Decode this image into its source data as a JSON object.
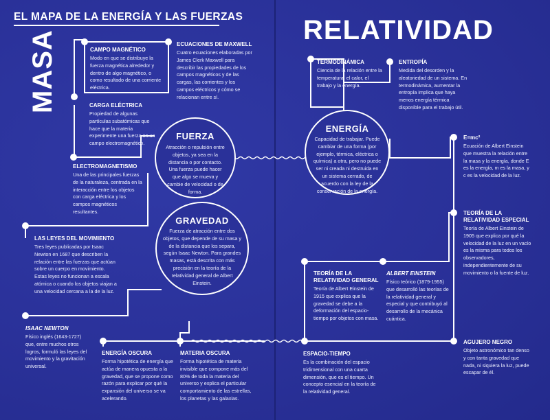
{
  "header": {
    "title": "EL MAPA DE LA ENERGÍA Y LAS FUERZAS"
  },
  "big": {
    "left": "MASA",
    "right": "RELATIVIDAD"
  },
  "circles": {
    "fuerza": {
      "title": "FUERZA",
      "desc": "Atracción o repulsión entre objetos, ya sea en la distancia o por contacto. Una fuerza puede hacer que algo se mueva y cambie de velocidad o de forma."
    },
    "gravedad": {
      "title": "GRAVEDAD",
      "desc": "Fuerza de atracción entre dos objetos, que depende de su masa y de la distancia que los separa, según Isaac Newton. Para grandes masas, está descrita con más precisión en la teoría de la relatividad general de Albert Einstein."
    },
    "energia": {
      "title": "ENERGÍA",
      "desc": "Capacidad de trabajar. Puede cambiar de una forma (por ejemplo, térmica, eléctrica o química) a otra, pero no puede ser ni creada ni destruida en un sistema cerrado, de acuerdo con la ley de la conservación de la energía."
    }
  },
  "nodes": {
    "campo": {
      "title": "CAMPO MAGNÉTICO",
      "desc": "Modo en que se distribuye la fuerza magnética alrededor y dentro de algo magnético, o como resultado de una corriente eléctrica."
    },
    "maxwell": {
      "title": "ECUACIONES DE MAXWELL",
      "desc": "Cuatro ecuaciones elaboradas por James Clerk Maxwell para describir las propiedades de los campos magnéticos y de las cargas, las corrientes y los campos eléctricos y cómo se relacionan entre sí."
    },
    "carga": {
      "title": "CARGA ELÉCTRICA",
      "desc": "Propiedad de algunas partículas subatómicas que hace que la materia experimente una fuerza en un campo electromagnético."
    },
    "electro": {
      "title": "ELECTROMAGNETISMO",
      "desc": "Una de las principales fuerzas de la naturaleza, centrada en la interacción entre los objetos con carga eléctrica y los campos magnéticos resultantes."
    },
    "leyes": {
      "title": "LAS LEYES DEL MOVIMIENTO",
      "desc": "Tres leyes publicadas por Isaac Newton en 1687 que describen la relación entre las fuerzas que actúan sobre un cuerpo en movimiento. Estas leyes no funcionan a escala atómica o cuando los objetos viajan a una velocidad cercana a la de la luz."
    },
    "newton": {
      "title": "ISAAC NEWTON",
      "desc": "Físico inglés (1643-1727) que, entre muchos otros logros, formuló las leyes del movimiento y la gravitación universal."
    },
    "energia_oscura": {
      "title": "ENERGÍA OSCURA",
      "desc": "Forma hipotética de energía que actúa de manera opuesta a la gravedad, que se propone como razón para explicar por qué la expansión del universo se va acelerando."
    },
    "materia_oscura": {
      "title": "MATERIA OSCURA",
      "desc": "Forma hipotética de materia invisible que compone más del 80% de toda la materia del universo y explica el particular comportamiento de las estrellas, los planetas y las galaxias."
    },
    "termo": {
      "title": "TERMODINÁMICA",
      "desc": "Ciencia de la relación entre la temperatura, el calor, el trabajo y la energía."
    },
    "entropia": {
      "title": "ENTROPÍA",
      "desc": "Medida del desorden y la aleatoriedad de un sistema. En termodinámica, aumentar la entropía implica que haya menos energía térmica disponible para el trabajo útil."
    },
    "emc2": {
      "title": "E=mc²",
      "desc": "Ecuación de Albert Einstein que muestra la relación entre la masa y la energía, donde E es la energía, m es la masa, y c es la velocidad de la luz."
    },
    "especial": {
      "title": "TEORÍA DE LA RELATIVIDAD ESPECIAL",
      "desc": "Teoría de Albert Einstein de 1905 que explica por qué la velocidad de la luz en un vacío es la misma para todos los observadores, independientemente de su movimiento o la fuente de luz."
    },
    "general": {
      "title": "TEORÍA DE LA RELATIVIDAD GENERAL",
      "desc": "Teoría de Albert Einstein de 1915 que explica que la gravedad se debe a la deformación del espacio-tiempo por objetos con masa."
    },
    "einstein": {
      "title": "ALBERT EINSTEIN",
      "desc": "Físico teórico (1879-1955) que desarrolló las teorías de la relatividad general y especial y que contribuyó al desarrollo de la mecánica cuántica."
    },
    "espacio": {
      "title": "ESPACIO-TIEMPO",
      "desc": "Es la combinación del espacio tridimensional con una cuarta dimensión, que es el tiempo. Un concepto esencial en la teoría de la relatividad general."
    },
    "agujero": {
      "title": "AGUJERO NEGRO",
      "desc": "Objeto astronómico tan denso y con tanta gravedad que nada, ni siquiera la luz, puede escapar de él."
    }
  }
}
